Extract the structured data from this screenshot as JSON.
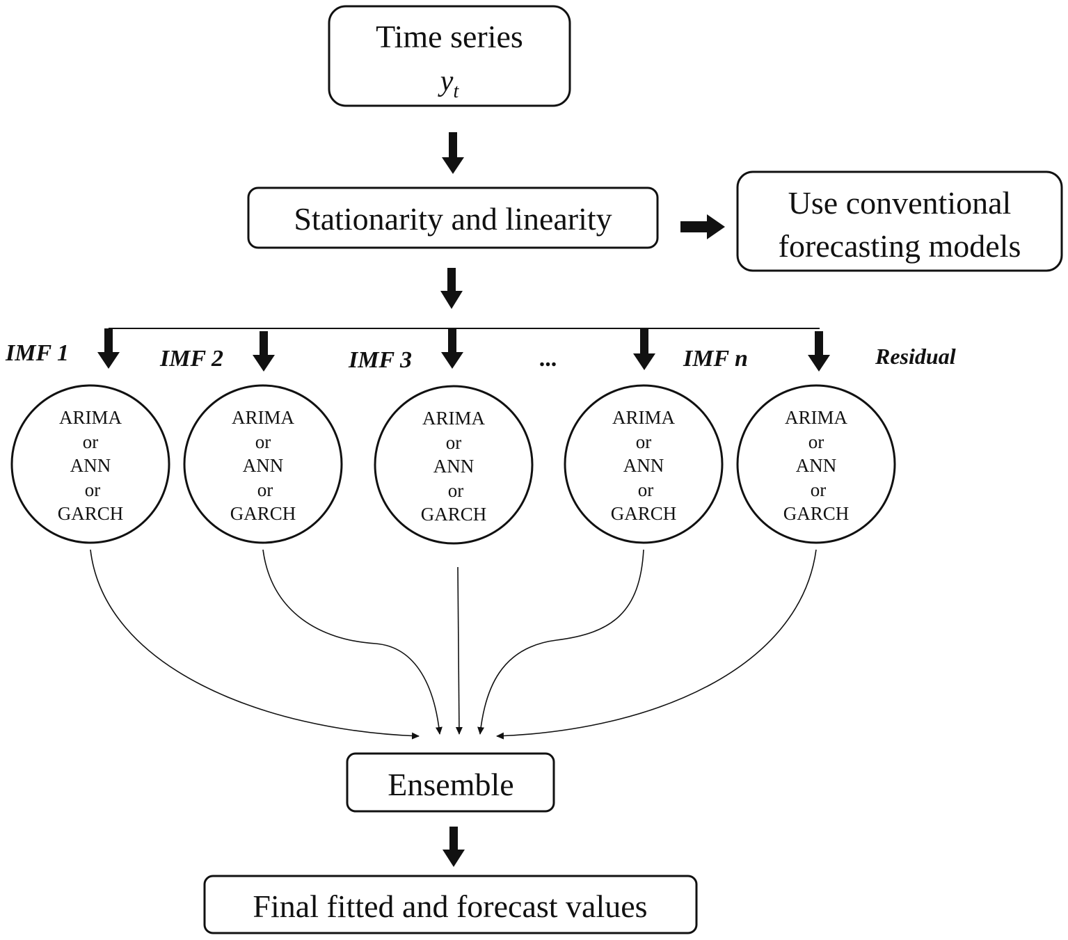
{
  "title_box": {
    "line1": "Time series",
    "symbol": "y",
    "subscript": "t"
  },
  "stationarity_box": {
    "label": "Stationarity and linearity"
  },
  "conventional_box": {
    "line1": "Use conventional",
    "line2": "forecasting models"
  },
  "components": [
    {
      "label": "IMF 1",
      "model_lines": [
        "ARIMA",
        "or",
        "ANN",
        "or",
        "GARCH"
      ]
    },
    {
      "label": "IMF 2",
      "model_lines": [
        "ARIMA",
        "or",
        "ANN",
        "or",
        "GARCH"
      ]
    },
    {
      "label": "IMF 3",
      "model_lines": [
        "ARIMA",
        "or",
        "ANN",
        "or",
        "GARCH"
      ]
    },
    {
      "label": "IMF n",
      "model_lines": [
        "ARIMA",
        "or",
        "ANN",
        "or",
        "GARCH"
      ]
    },
    {
      "label": "Residual",
      "model_lines": [
        "ARIMA",
        "or",
        "ANN",
        "or",
        "GARCH"
      ]
    }
  ],
  "ellipsis": "...",
  "ensemble_box": {
    "label": "Ensemble"
  },
  "final_box": {
    "label": "Final fitted and forecast values"
  }
}
